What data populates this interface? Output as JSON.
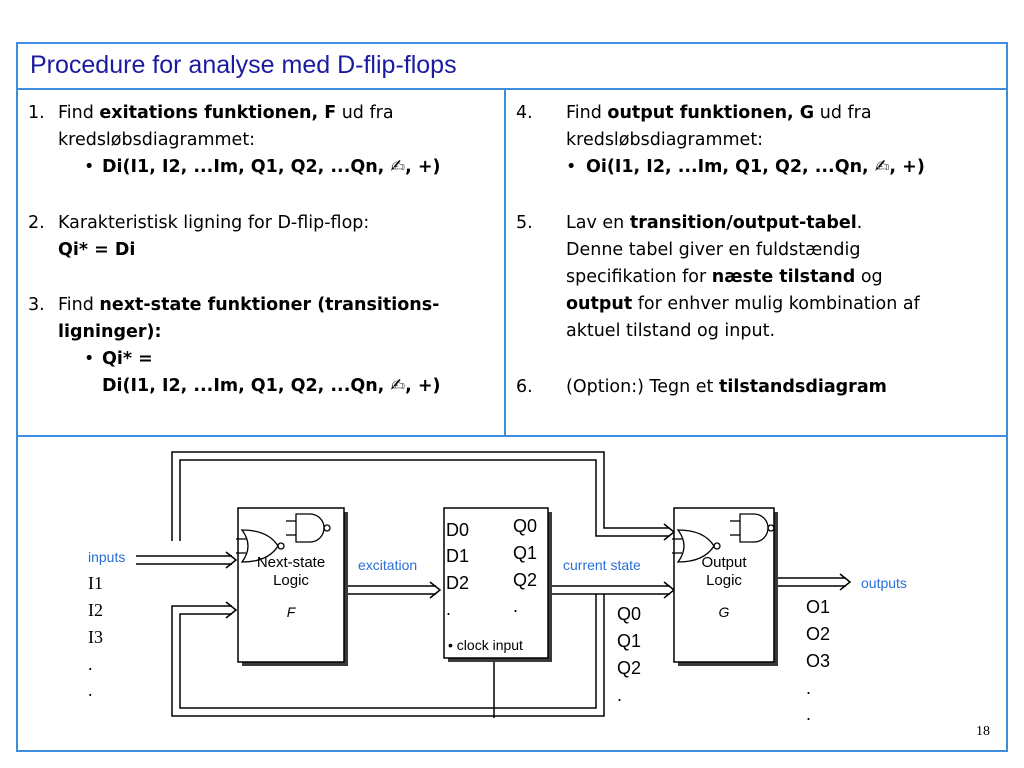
{
  "title": "Procedure for analyse med D-flip-flops",
  "left": {
    "s1": {
      "num": "1.",
      "p1": "Find ",
      "b1": "exitations funktionen, F",
      "p2": " ud fra",
      "l2": "kredsløbsdiagrammet:",
      "bullet": "•",
      "bullet_text": "Di(I1, I2, ...Im, Q1, Q2, ...Qn, ✍, +)"
    },
    "s2": {
      "num": "2.",
      "l1": "Karakteristisk ligning for D-flip-flop:",
      "l2": "Qi* = Di"
    },
    "s3": {
      "num": "3.",
      "p1": "Find ",
      "b1": "next-state funktioner (transitions-",
      "l2": "ligninger):",
      "bullet": "•",
      "bullet_l1": "Qi* =",
      "bullet_l2": "Di(I1, I2, ...Im, Q1, Q2, ...Qn, ✍, +)"
    }
  },
  "right": {
    "s4": {
      "num": "4.",
      "p1": "Find ",
      "b1": "output funktionen, G",
      "p2": " ud fra",
      "l2": "kredsløbsdiagrammet:",
      "bullet": "•",
      "bullet_text": "Oi(I1, I2, ...Im, Q1, Q2, ...Qn, ✍, +)"
    },
    "s5": {
      "num": "5.",
      "p1": "Lav en ",
      "b1": "transition/output-tabel",
      "p2": ".",
      "l2": "Denne tabel giver en fuldstændig",
      "l3a": "specifikation for ",
      "l3b": "næste tilstand",
      "l3c": " og",
      "l4a": "output",
      "l4b": " for enhver mulig kombination af",
      "l5": "aktuel tilstand og input."
    },
    "s6": {
      "num": "6.",
      "p1": "(Option:) Tegn et ",
      "b1": "tilstandsdiagram"
    }
  },
  "diagram": {
    "inputs_label": "inputs",
    "inputs": [
      "I1",
      "I2",
      "I3",
      ".",
      "."
    ],
    "nextstate_l1": "Next-state",
    "nextstate_l2": "Logic",
    "nextstate_fn": "F",
    "excitation_label": "excitation",
    "ff_d": [
      "D0",
      "D1",
      "D2",
      "."
    ],
    "ff_q": [
      "Q0",
      "Q1",
      "Q2",
      "."
    ],
    "clock_label": "• clock input",
    "current_state_label": "current state",
    "state_list": [
      "Q0",
      "Q1",
      "Q2",
      "."
    ],
    "output_l1": "Output",
    "output_l2": "Logic",
    "output_fn": "G",
    "outputs_label": "outputs",
    "outputs": [
      "O1",
      "O2",
      "O3",
      ".",
      "."
    ]
  },
  "page_number": "18",
  "colors": {
    "frame": "#3d8ee0",
    "title": "#1b1ba0",
    "label_blue": "#2a6fd6"
  }
}
